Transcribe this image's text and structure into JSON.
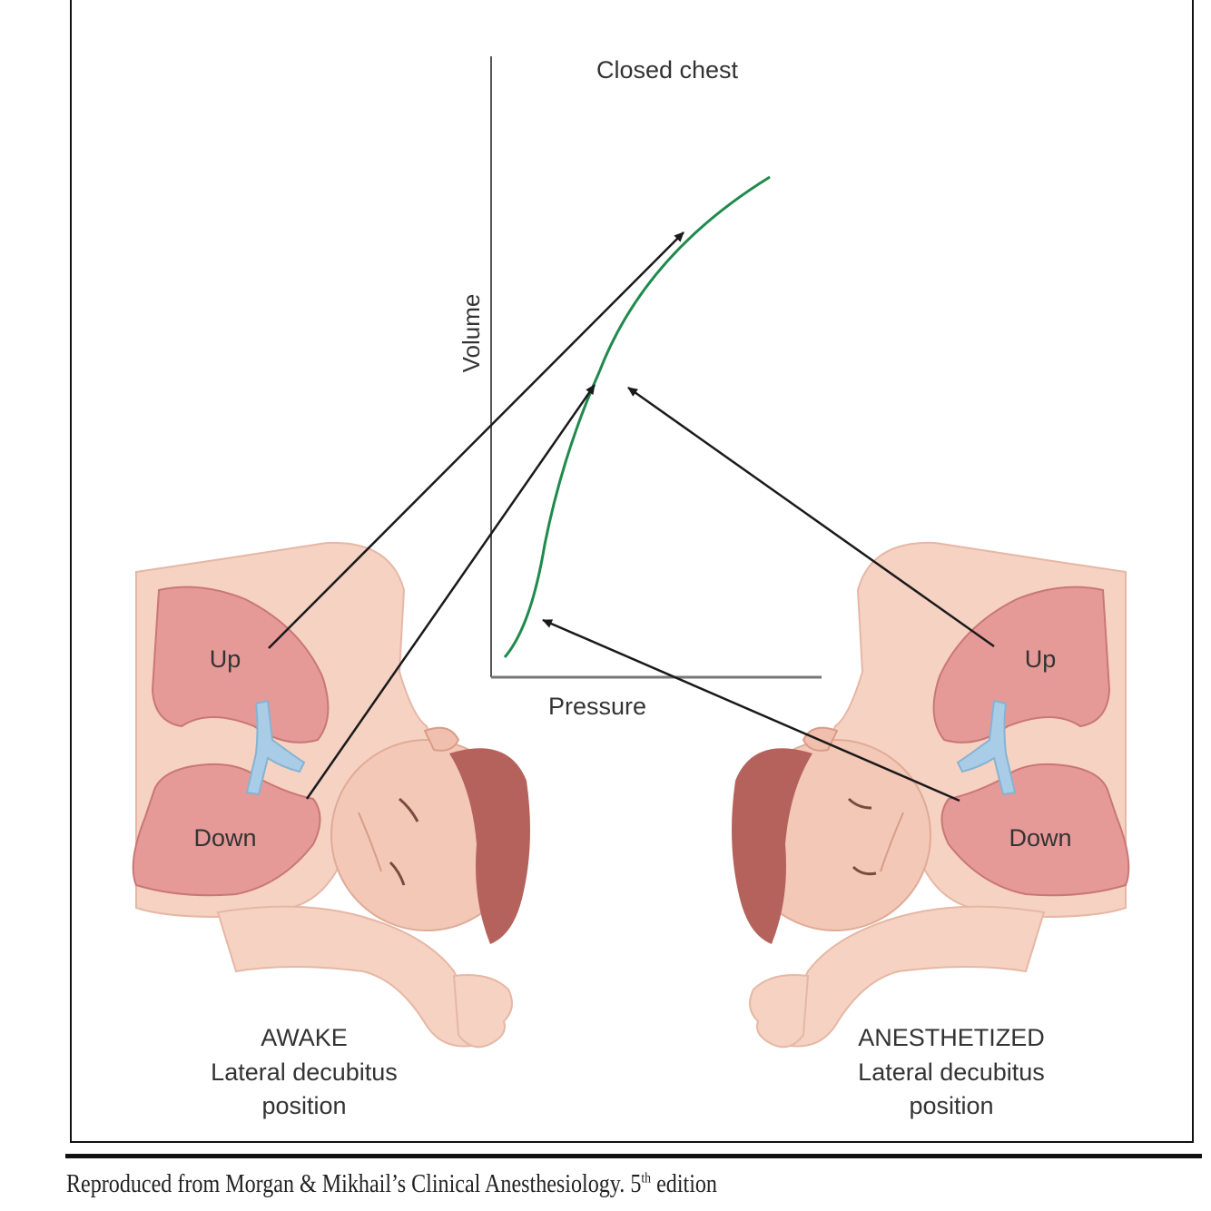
{
  "graph": {
    "title": "Closed chest",
    "y_axis_label": "Volume",
    "x_axis_label": "Pressure",
    "curve_color": "#1f8a4c"
  },
  "awake": {
    "lung_up_label": "Up",
    "lung_down_label": "Down",
    "caption_line1": "AWAKE",
    "caption_line2": "Lateral decubitus",
    "caption_line3": "position"
  },
  "anesthetized": {
    "lung_up_label": "Up",
    "lung_down_label": "Down",
    "caption_line1": "ANESTHETIZED",
    "caption_line2": "Lateral decubitus",
    "caption_line3": "position"
  },
  "source": {
    "text": "Reproduced from Morgan & Mikhail’s Clinical Anesthesiology. 5",
    "superscript": "th",
    "suffix": " edition"
  },
  "colors": {
    "skin": "#f6d2c3",
    "skin_shadow": "#e9b3a0",
    "lung": "#e69a98",
    "hair": "#b5625c",
    "bronchus": "#a9cde6",
    "arrow": "#1a1a1a"
  }
}
